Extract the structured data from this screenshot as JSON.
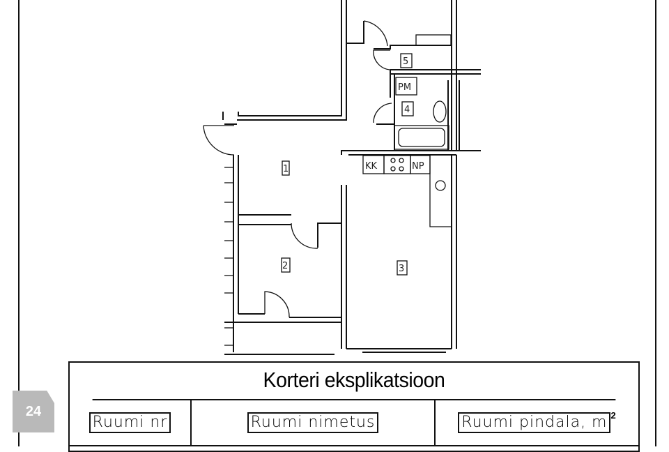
{
  "plan": {
    "rooms": [
      "1",
      "2",
      "3",
      "4",
      "5"
    ],
    "fixtures": {
      "pm": "PM",
      "kk": "KK",
      "np": "NP"
    }
  },
  "table": {
    "title": "Korteri eksplikatsioon",
    "headers": [
      "Ruumi nr",
      "Ruumi nimetus",
      "Ruumi pindala, m"
    ],
    "superscript": "2"
  },
  "page_badge": "24"
}
